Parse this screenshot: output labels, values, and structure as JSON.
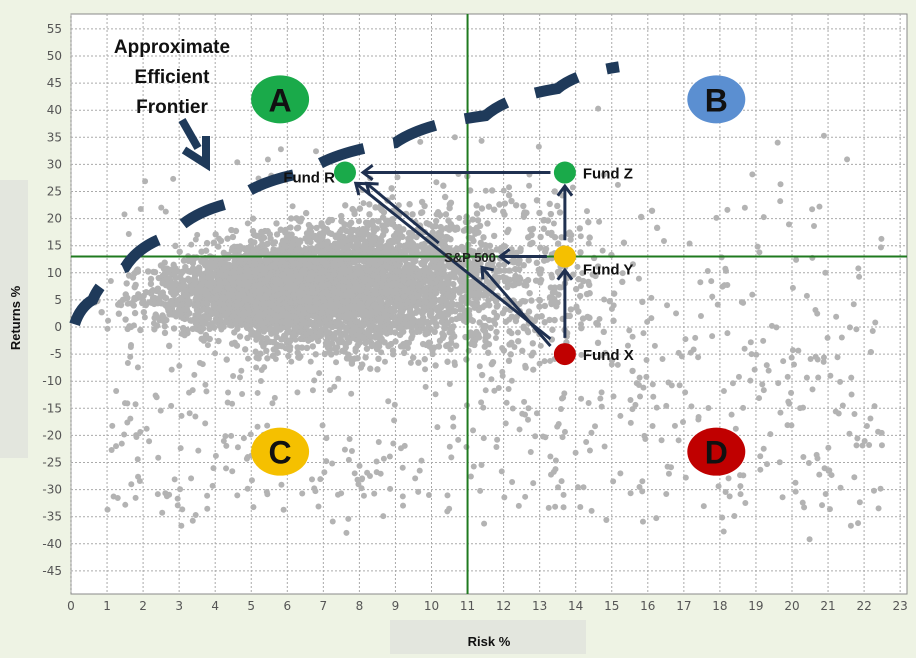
{
  "chart_data": {
    "type": "scatter",
    "title": "",
    "xlabel": "Risk %",
    "ylabel": "Returns %",
    "xlim": [
      0,
      23
    ],
    "ylim": [
      -47,
      57
    ],
    "x_ticks": [
      0,
      1,
      2,
      3,
      4,
      5,
      6,
      7,
      8,
      9,
      10,
      11,
      12,
      13,
      14,
      15,
      16,
      17,
      18,
      19,
      20,
      21,
      22,
      23
    ],
    "y_ticks": [
      55,
      50,
      45,
      40,
      35,
      30,
      25,
      20,
      15,
      10,
      5,
      0,
      -5,
      -10,
      -15,
      -20,
      -25,
      -30,
      -35,
      -40,
      -45
    ],
    "grid": true,
    "reference_lines": {
      "x": 11,
      "y": 13,
      "color": "#1f7a1f"
    },
    "cloud": {
      "color": "#b3b3b3",
      "core_x_range": [
        0,
        17
      ],
      "core_y_range": [
        -8,
        20
      ],
      "outlier_x_range": [
        0,
        23
      ],
      "outlier_y_range": [
        -38,
        53
      ]
    },
    "frontier": {
      "label_lines": [
        "Approximate",
        "Efficient",
        "Frontier"
      ],
      "color": "#1f3a5a",
      "points": [
        [
          0.1,
          0.5
        ],
        [
          0.6,
          5
        ],
        [
          1.5,
          11
        ],
        [
          2.8,
          17
        ],
        [
          4.5,
          23
        ],
        [
          6.5,
          28.5
        ],
        [
          9,
          34
        ],
        [
          11.5,
          39
        ],
        [
          13.5,
          44
        ],
        [
          15.2,
          48
        ]
      ]
    },
    "funds": [
      {
        "name": "Fund R",
        "x": 7.6,
        "y": 28.5,
        "color": "#1aaa4a"
      },
      {
        "name": "Fund Z",
        "x": 13.7,
        "y": 28.5,
        "color": "#1aaa4a"
      },
      {
        "name": "Fund Y",
        "x": 13.7,
        "y": 13,
        "color": "#f5c000"
      },
      {
        "name": "Fund X",
        "x": 13.7,
        "y": -5,
        "color": "#c00000"
      }
    ],
    "benchmark": {
      "name": "S&P 500",
      "x": 11,
      "y": 13
    },
    "arrows": [
      {
        "from": [
          13.3,
          28.5
        ],
        "to": [
          8.1,
          28.5
        ]
      },
      {
        "from": [
          13.7,
          16
        ],
        "to": [
          13.7,
          26
        ]
      },
      {
        "from": [
          13.7,
          -2
        ],
        "to": [
          13.7,
          10.5
        ]
      },
      {
        "from": [
          13.2,
          13
        ],
        "to": [
          11.9,
          13
        ]
      },
      {
        "from": [
          13.3,
          -3.5
        ],
        "to": [
          11.4,
          11
        ]
      },
      {
        "from": [
          13.3,
          -2.2
        ],
        "to": [
          7.9,
          26.5
        ]
      },
      {
        "from": [
          10.2,
          15.5
        ],
        "to": [
          8.2,
          26.5
        ]
      }
    ],
    "quadrants": [
      {
        "label": "A",
        "x": 5.8,
        "y": 42,
        "color": "#1aaa4a"
      },
      {
        "label": "B",
        "x": 17.9,
        "y": 42,
        "color": "#5b8fd1"
      },
      {
        "label": "C",
        "x": 5.8,
        "y": -23,
        "color": "#f5c000"
      },
      {
        "label": "D",
        "x": 17.9,
        "y": -23,
        "color": "#c00000"
      }
    ]
  }
}
